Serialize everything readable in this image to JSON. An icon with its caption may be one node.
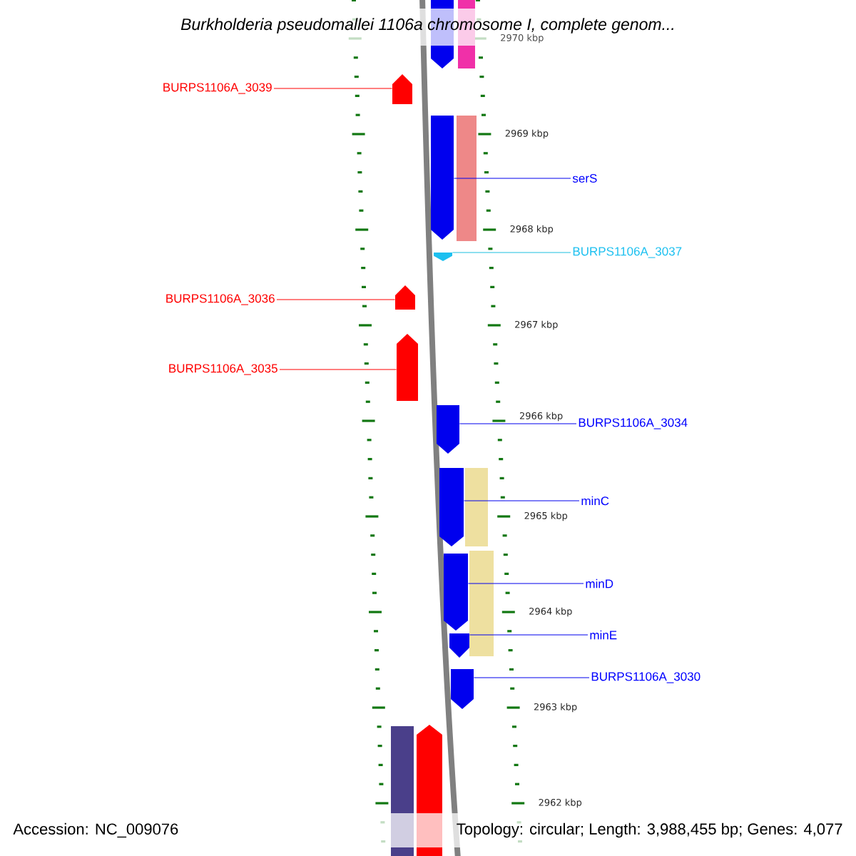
{
  "diagram": {
    "title": "Burkholderia pseudomallei 1106a chromosome I, complete genom...",
    "nodes": [
      {
        "text": [],
        "shape": "box"
      },
      {
        "text": [],
        "shape": "bar"
      },
      {
        "text": [
          "BURPS1106A_3039"
        ]
      },
      {
        "text": [],
        "shape": "box"
      },
      {
        "text": [],
        "shape": "box"
      },
      {
        "text": [],
        "shape": "bar"
      },
      {
        "text": [
          "serS"
        ]
      },
      {
        "text": [],
        "shape": "box"
      },
      {
        "text": [
          "BURPS1106A_3037"
        ]
      },
      {
        "text": [
          "BURPS1106A_3036"
        ]
      },
      {
        "text": [],
        "shape": "box"
      },
      {
        "text": [
          "BURPS1106A_3035"
        ]
      },
      {
        "text": [],
        "shape": "box"
      },
      {
        "text": [],
        "shape": "box"
      },
      {
        "text": [
          "BURPS1106A_3034"
        ]
      },
      {
        "text": [],
        "shape": "box"
      },
      {
        "text": [],
        "shape": "bar"
      },
      {
        "text": [
          "minC"
        ]
      },
      {
        "text": [],
        "shape": "box"
      },
      {
        "text": [],
        "shape": "bar"
      },
      {
        "text": [
          "minD"
        ]
      },
      {
        "text": [],
        "shape": "box"
      },
      {
        "text": [
          "minE"
        ]
      },
      {
        "text": [],
        "shape": "box"
      },
      {
        "text": [
          "BURPS1106A_3030"
        ]
      },
      {
        "text": [],
        "shape": "bar"
      },
      {
        "text": [],
        "shape": "box"
      }
    ],
    "edges": [
      {
        "from": 2,
        "to": 3,
        "arrow": "none",
        "color": "#ff0000"
      },
      {
        "from": 6,
        "to": 4,
        "arrow": "none"
      },
      {
        "from": 8,
        "to": 7,
        "arrow": "none",
        "color": "#1cc0f0"
      },
      {
        "from": 9,
        "to": 10,
        "arrow": "none",
        "color": "#ff0000"
      },
      {
        "from": 11,
        "to": 12,
        "arrow": "none",
        "color": "#ff0000"
      },
      {
        "from": 14,
        "to": 13,
        "arrow": "none"
      },
      {
        "from": 17,
        "to": 15,
        "arrow": "none"
      },
      {
        "from": 20,
        "to": 18,
        "arrow": "none"
      },
      {
        "from": 22,
        "to": 21,
        "arrow": "none"
      },
      {
        "from": 24,
        "to": 23,
        "arrow": "none"
      }
    ],
    "labels": [
      "2970 kbp",
      "2969 kbp",
      "2968 kbp",
      "2967 kbp",
      "2966 kbp",
      "2965 kbp",
      "2964 kbp",
      "2963 kbp",
      "2962 kbp",
      "Accession: NC_009076",
      "Topology: circular; Length: 3,988,455 bp; Genes: 4,077"
    ]
  }
}
